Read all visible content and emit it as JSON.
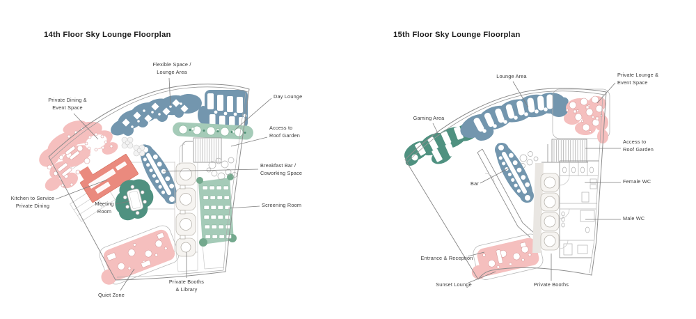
{
  "palette": {
    "steel_blue": "#7396ae",
    "sage_green": "#a5cbb8",
    "teal_green": "#4f9180",
    "pink": "#f5bfbe",
    "salmon_red": "#ea8a7e",
    "outline_gray": "#9a9a9a",
    "label_text": "#3a3a3a"
  },
  "plans": [
    {
      "title": "14th Floor Sky Lounge Floorplan",
      "labels": {
        "flexible_space": "Flexible Space /\nLounge Area",
        "private_dining": "Private Dining &\nEvent Space",
        "day_lounge": "Day Lounge",
        "access_roof": "Access to\nRoof Garden",
        "breakfast_bar": "Breakfast Bar /\nCoworking Space",
        "screening_room": "Screening Room",
        "private_booths": "Private Booths\n& Library",
        "quiet_zone": "Quiet Zone",
        "kitchen": "Kitchen to Service\nPrivate Dining",
        "meeting_room": "Meeting\nRoom"
      },
      "zones": [
        {
          "name": "Flexible Space / Lounge Area",
          "color": "#7396ae"
        },
        {
          "name": "Day Lounge",
          "color": "#a5cbb8"
        },
        {
          "name": "Private Dining & Event Space",
          "color": "#f5bfbe"
        },
        {
          "name": "Kitchen",
          "color": "#ea8a7e"
        },
        {
          "name": "Meeting Room",
          "color": "#4f9180"
        },
        {
          "name": "Breakfast Bar / Coworking Space",
          "color": "#7396ae"
        },
        {
          "name": "Screening Room",
          "color": "#a5cbb8"
        },
        {
          "name": "Quiet Zone",
          "color": "#f5bfbe"
        }
      ]
    },
    {
      "title": "15th Floor Sky Lounge Floorplan",
      "labels": {
        "lounge_area": "Lounge Area",
        "gaming_area": "Gaming Area",
        "private_lounge": "Private Lounge &\nEvent Space",
        "access_roof": "Access to\nRoof Garden",
        "female_wc": "Female WC",
        "male_wc": "Male WC",
        "bar": "Bar",
        "entrance": "Entrance & Reception",
        "sunset_lounge": "Sunset Lounge",
        "private_booths": "Private Booths"
      },
      "zones": [
        {
          "name": "Lounge Area",
          "color": "#7396ae"
        },
        {
          "name": "Gaming Area",
          "color": "#4f9180"
        },
        {
          "name": "Private Lounge & Event Space",
          "color": "#f5bfbe"
        },
        {
          "name": "Bar",
          "color": "#7396ae"
        },
        {
          "name": "Sunset Lounge",
          "color": "#f5bfbe"
        }
      ]
    }
  ]
}
